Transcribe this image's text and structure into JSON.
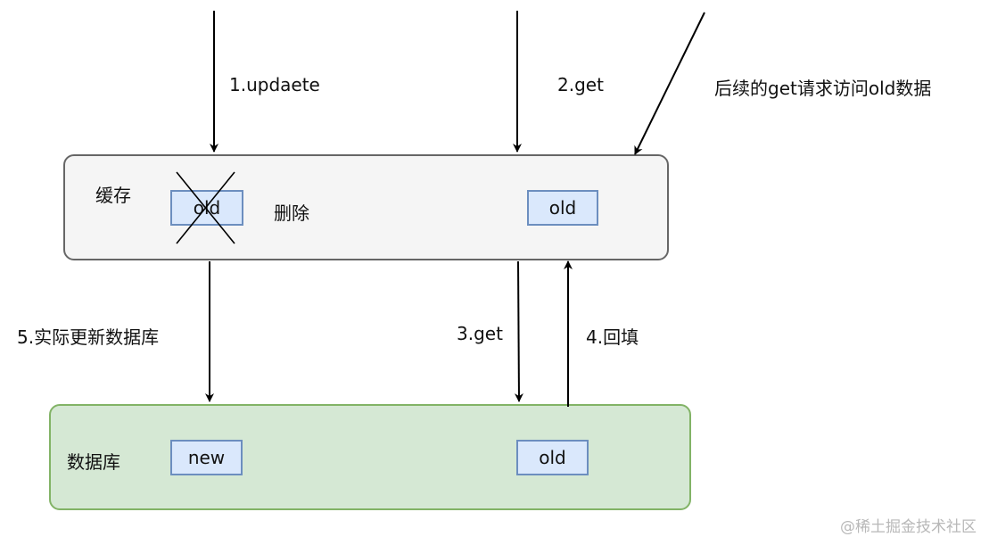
{
  "cache": {
    "title": "缓存",
    "item_deleted": "old",
    "delete_label": "删除",
    "item_stale": "old"
  },
  "database": {
    "title": "数据库",
    "item_new": "new",
    "item_old": "old"
  },
  "steps": {
    "step1": "1.updaete",
    "step2": "2.get",
    "subsequent": "后续的get请求访问old数据",
    "step5": "5.实际更新数据库",
    "step3": "3.get",
    "step4": "4.回填"
  },
  "watermark": "@稀土掘金技术社区",
  "colors": {
    "cache_fill": "#f5f5f5",
    "cache_border": "#666666",
    "db_fill": "#d5e8d4",
    "db_border": "#82b366",
    "item_fill": "#dae8fc",
    "item_border": "#6c8ebf"
  }
}
